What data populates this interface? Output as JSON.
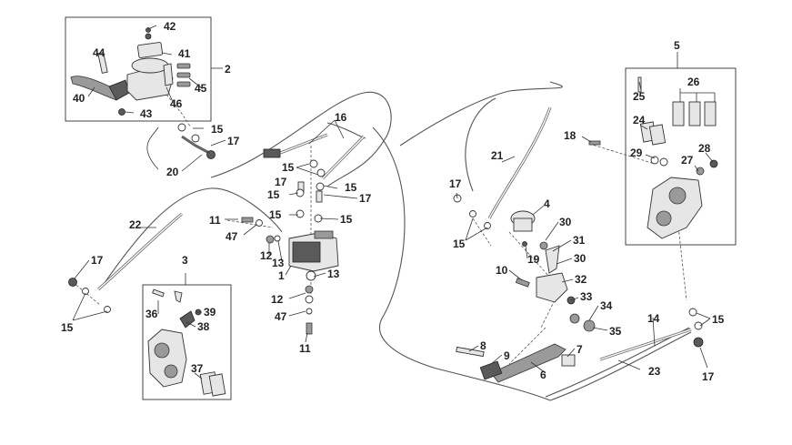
{
  "diagram": {
    "labels": [
      "1",
      "2",
      "3",
      "4",
      "5",
      "6",
      "7",
      "8",
      "9",
      "10",
      "11",
      "12",
      "13",
      "14",
      "15",
      "16",
      "17",
      "18",
      "19",
      "20",
      "21",
      "22",
      "23",
      "24",
      "25",
      "26",
      "27",
      "28",
      "29",
      "30",
      "31",
      "32",
      "33",
      "34",
      "35",
      "36",
      "37",
      "38",
      "39",
      "40",
      "41",
      "42",
      "43",
      "44",
      "45",
      "46",
      "47"
    ]
  },
  "colors": {
    "line": "#333333",
    "part_fill": "#e6e6e6",
    "part_dark": "#5a5a5a",
    "background": "#ffffff"
  }
}
